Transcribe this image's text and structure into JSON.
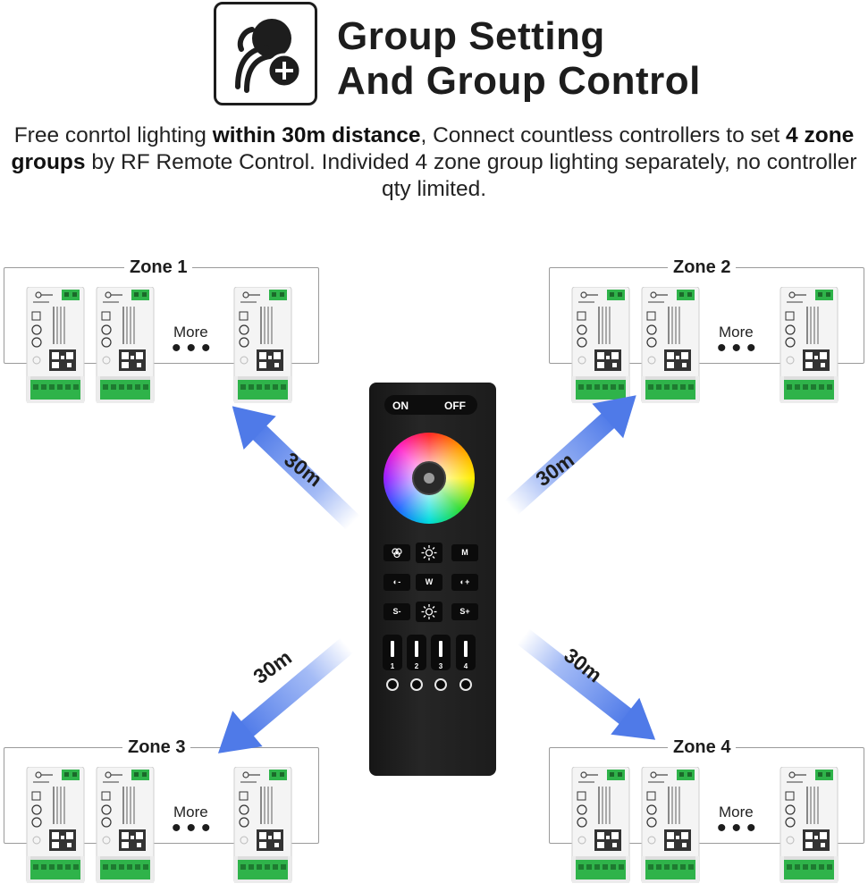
{
  "header": {
    "icon": "group-add-icon",
    "title_line1": "Group Setting",
    "title_line2": "And Group Control"
  },
  "description": {
    "p1": "Free conrtol lighting ",
    "b1": "within 30m distance",
    "p2": ", Connect countless controllers to set ",
    "b2": "4 zone groups",
    "p3": " by RF Remote Control. Individed 4 zone group lighting separately, no controller qty limited."
  },
  "zones": [
    {
      "label": "Zone 1",
      "more": "More"
    },
    {
      "label": "Zone 2",
      "more": "More"
    },
    {
      "label": "Zone 3",
      "more": "More"
    },
    {
      "label": "Zone 4",
      "more": "More"
    }
  ],
  "distance_label": "30m",
  "remote": {
    "on": "ON",
    "off": "OFF",
    "row1": [
      "mode-icon",
      "brightness-icon",
      "M"
    ],
    "row2": [
      "brightness-down-icon",
      "W",
      "brightness-up-icon"
    ],
    "row2_labels": [
      "◐-",
      "W",
      "◐+"
    ],
    "row3": [
      "S-",
      "speed-icon",
      "S+"
    ],
    "zone_buttons": [
      "1",
      "2",
      "3",
      "4"
    ]
  },
  "colors": {
    "arrow": "#5a84ee",
    "module_green": "#2fb34a",
    "remote_body": "#1c1c1c"
  }
}
